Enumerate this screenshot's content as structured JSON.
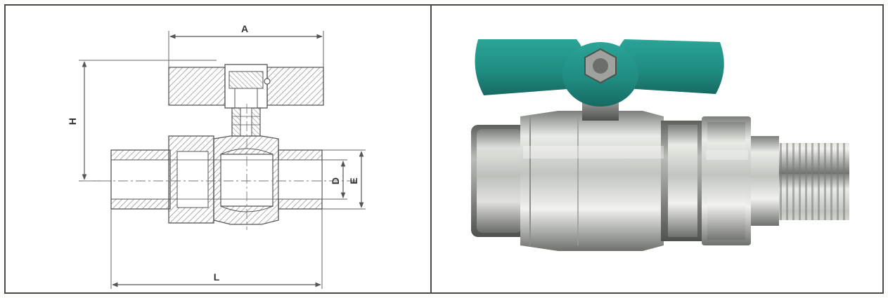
{
  "drawing": {
    "dimensions": {
      "A": "A",
      "H": "H",
      "D": "D",
      "E": "E",
      "L": "L"
    }
  },
  "photo": {
    "handle_color": "#1f8a80",
    "metal_color": "#c9cbc6"
  },
  "colors": {
    "line": "#555555",
    "hatch": "#888888",
    "border": "#4a4a4a"
  }
}
